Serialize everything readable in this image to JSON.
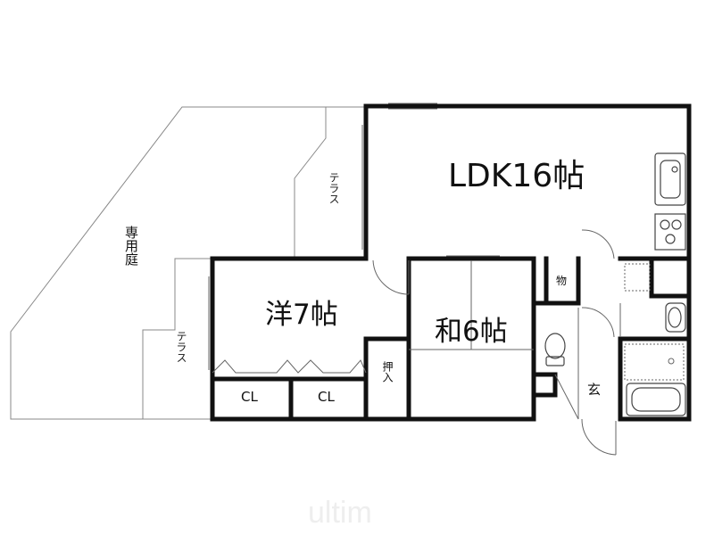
{
  "labels": {
    "ldk": "LDK16帖",
    "western": "洋7帖",
    "japanese": "和6帖",
    "garden": "専用庭",
    "terrace_top": "テラス",
    "terrace_bottom": "テラス",
    "closet_left": "CL",
    "closet_right": "CL",
    "oshiire": "押入",
    "storage": "物",
    "entrance": "玄"
  },
  "watermark": "ultim",
  "colors": {
    "wall": "#111111",
    "line": "#888888",
    "watermark": "#eeeeee"
  }
}
